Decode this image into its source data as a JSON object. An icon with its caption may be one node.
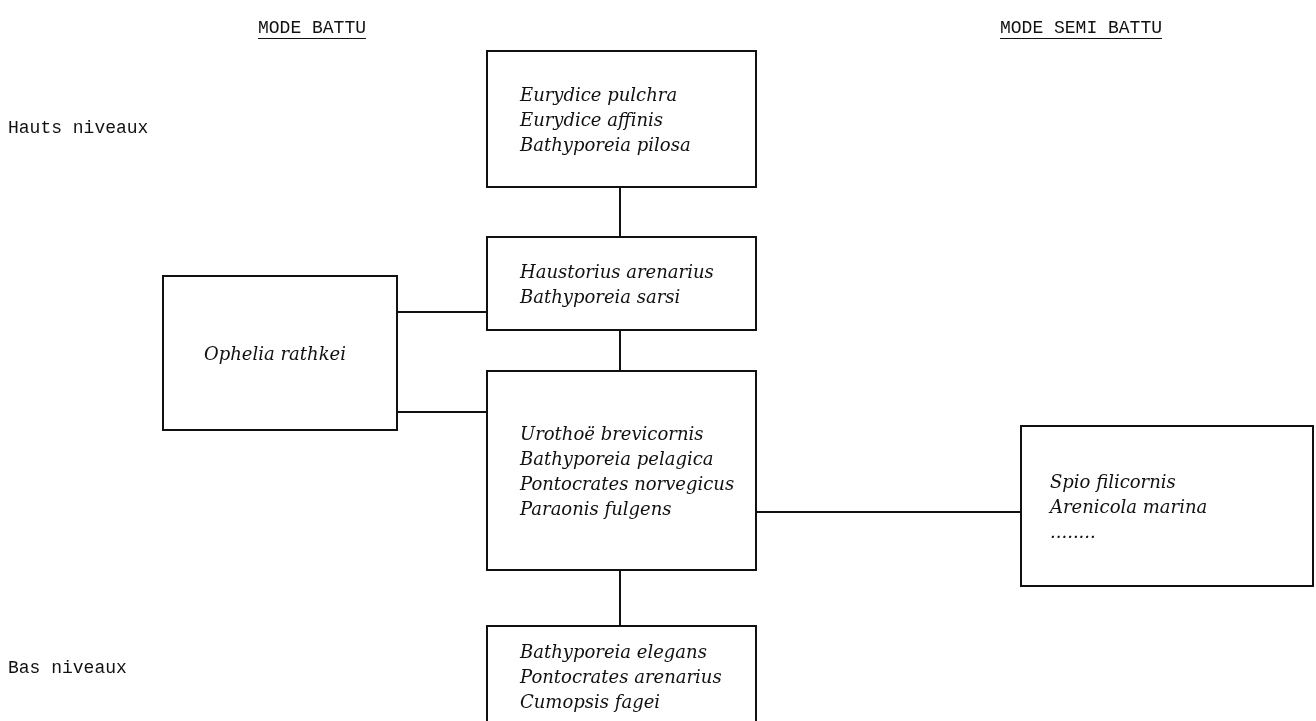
{
  "diagram": {
    "nodes": [
      {
        "text": [
          "Eurydice pulchra",
          "Eurydice affinis",
          "Bathyporeia pilosa"
        ]
      },
      {
        "text": [
          "Haustorius arenarius",
          "Bathyporeia sarsi"
        ]
      },
      {
        "text": [
          "Ophelia rathkei"
        ]
      },
      {
        "text": [
          "Urothoë brevicornis",
          "Bathyporeia pelagica",
          "Pontocrates norvegicus",
          "Paraonis fulgens"
        ]
      },
      {
        "text": [
          "Spio filicornis",
          "Arenicola marina",
          "........"
        ]
      },
      {
        "text": [
          "Bathyporeia elegans",
          "Pontocrates arenarius",
          "Cumopsis fagei"
        ]
      }
    ],
    "edges": [
      {
        "from": 0,
        "to": 1,
        "arrow": "none"
      },
      {
        "from": 1,
        "to": 3,
        "arrow": "none"
      },
      {
        "from": 2,
        "to": 1,
        "arrow": "none"
      },
      {
        "from": 2,
        "to": 3,
        "arrow": "none"
      },
      {
        "from": 3,
        "to": 4,
        "arrow": "none"
      },
      {
        "from": 3,
        "to": 5,
        "arrow": "none"
      }
    ],
    "labels": [
      "MODE BATTU",
      "MODE SEMI BATTU",
      "Hauts niveaux",
      "Bas niveaux"
    ]
  }
}
